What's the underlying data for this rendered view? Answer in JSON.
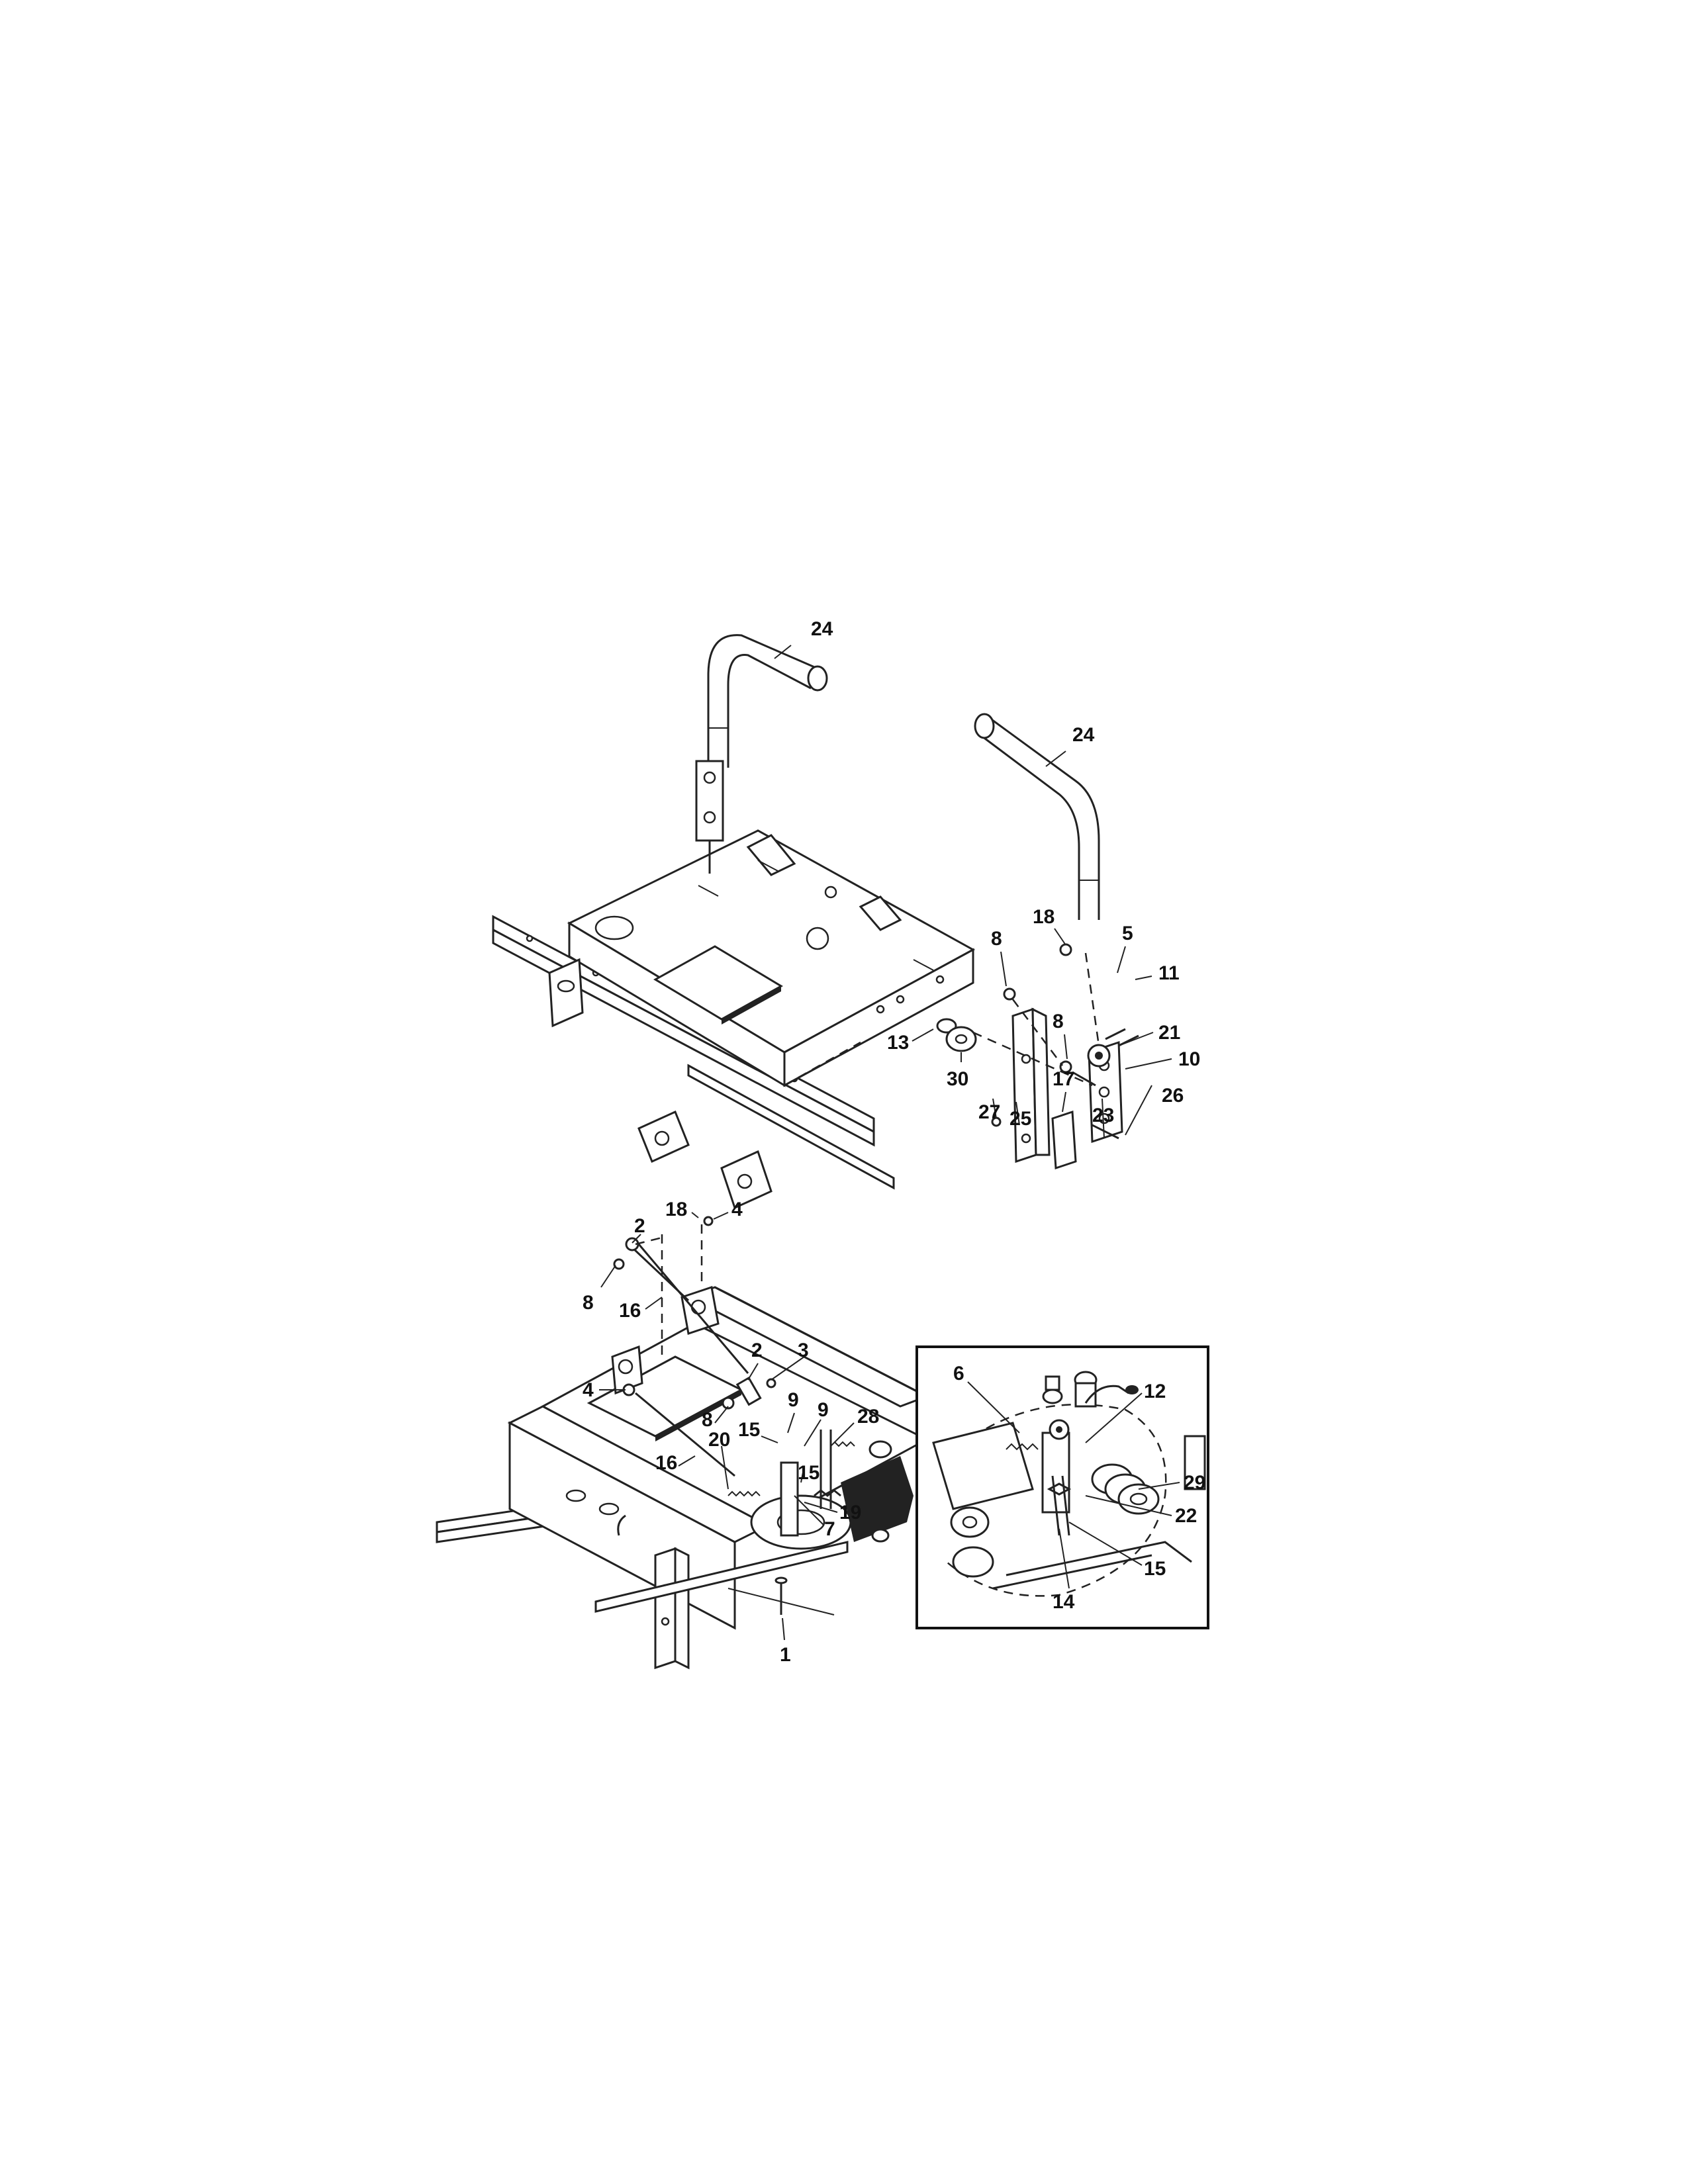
{
  "top_view_labels": [
    {
      "id": "t24a",
      "text": "24"
    },
    {
      "id": "t24b",
      "text": "24"
    },
    {
      "id": "t18",
      "text": "18"
    },
    {
      "id": "t5",
      "text": "5"
    },
    {
      "id": "t8",
      "text": "8"
    },
    {
      "id": "t8b",
      "text": "8"
    },
    {
      "id": "t11",
      "text": "11"
    },
    {
      "id": "t21",
      "text": "21"
    },
    {
      "id": "t13",
      "text": "13"
    },
    {
      "id": "t10",
      "text": "10"
    },
    {
      "id": "t30",
      "text": "30"
    },
    {
      "id": "t17",
      "text": "17"
    },
    {
      "id": "t27",
      "text": "27"
    },
    {
      "id": "t25",
      "text": "25"
    },
    {
      "id": "t23",
      "text": "23"
    },
    {
      "id": "t26",
      "text": "26"
    }
  ],
  "bottom_view_labels": [
    {
      "id": "b18",
      "text": "18"
    },
    {
      "id": "b4a",
      "text": "4"
    },
    {
      "id": "b2a",
      "text": "2"
    },
    {
      "id": "b8a",
      "text": "8"
    },
    {
      "id": "b16a",
      "text": "16"
    },
    {
      "id": "b2b",
      "text": "2"
    },
    {
      "id": "b3",
      "text": "3"
    },
    {
      "id": "b4b",
      "text": "4"
    },
    {
      "id": "b8b",
      "text": "8"
    },
    {
      "id": "b9a",
      "text": "9"
    },
    {
      "id": "b15a",
      "text": "15"
    },
    {
      "id": "b9b",
      "text": "9"
    },
    {
      "id": "b28",
      "text": "28"
    },
    {
      "id": "b20",
      "text": "20"
    },
    {
      "id": "b16b",
      "text": "16"
    },
    {
      "id": "b15b",
      "text": "15"
    },
    {
      "id": "b19",
      "text": "19"
    },
    {
      "id": "b7",
      "text": "7"
    },
    {
      "id": "b1",
      "text": "1"
    }
  ],
  "inset_labels": [
    {
      "id": "i6",
      "text": "6"
    },
    {
      "id": "i12",
      "text": "12"
    },
    {
      "id": "i29",
      "text": "29"
    },
    {
      "id": "i22",
      "text": "22"
    },
    {
      "id": "i15",
      "text": "15"
    },
    {
      "id": "i14",
      "text": "14"
    }
  ]
}
